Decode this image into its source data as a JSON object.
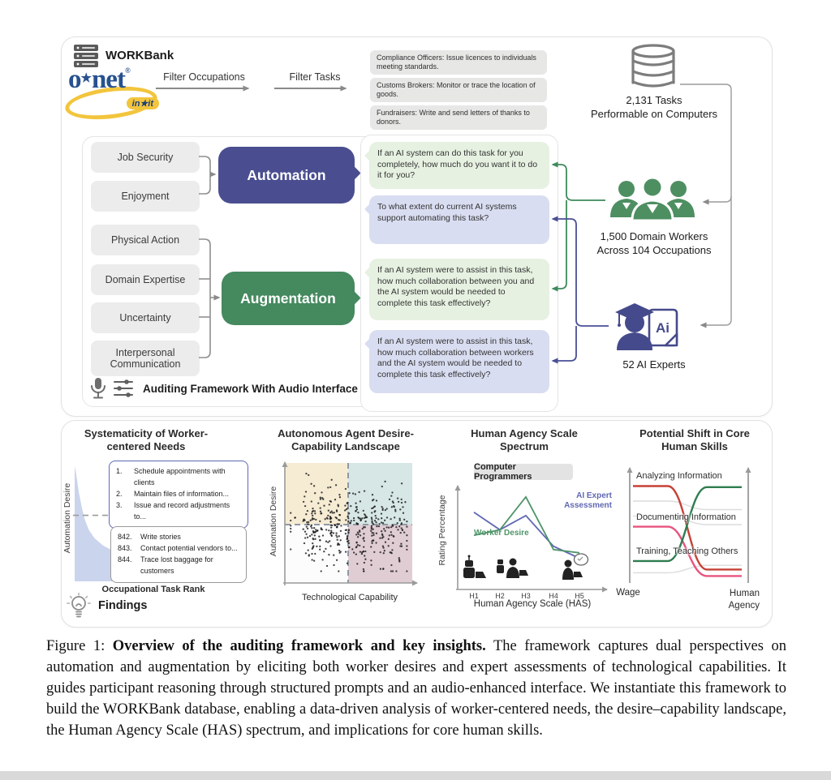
{
  "top_panel": {
    "workbank_label": "WORKBank",
    "onet_logo": {
      "o": "o",
      "star": "★",
      "net": "net",
      "reg": "®",
      "badge": "in★it"
    },
    "filter_occupations_label": "Filter Occupations",
    "filter_tasks_label": "Filter Tasks",
    "task_examples": [
      "Compliance Officers: Issue licences to individuals meeting standards.",
      "Customs Brokers: Monitor or trace the location of goods.",
      "Fundraisers: Write and send letters of thanks to donors."
    ],
    "tasks_stat_line1": "2,131 Tasks",
    "tasks_stat_line2": "Performable on Computers",
    "automation_label": "Automation",
    "augmentation_label": "Augmentation",
    "automation_criteria": [
      "Job Security",
      "Enjoyment"
    ],
    "augmentation_criteria": [
      "Physical Action",
      "Domain Expertise",
      "Uncertainty",
      "Interpersonal Communication"
    ],
    "questions": [
      "If an AI system can do this task for you completely, how much do you want it to do it for you?",
      "To what extent do current AI systems support automating this task?",
      "If an AI system were to assist in this task, how much collaboration between you and the AI system would be needed to complete this task effectively?",
      "If an AI system were to assist in this task, how much collaboration between workers and the AI system would be needed to complete this task effectively?"
    ],
    "workers_stat_line1": "1,500 Domain Workers",
    "workers_stat_line2": "Across 104 Occupations",
    "experts_stat": "52 AI Experts",
    "expert_doc_label": "Ai",
    "audio_label": "Auditing Framework With Audio Interface"
  },
  "bottom_panel": {
    "findings_label": "Findings"
  },
  "caption": {
    "prefix": "Figure 1:",
    "bold": "Overview of the auditing framework and key insights.",
    "body": "The framework captures dual perspectives on automation and augmentation by eliciting both worker desires and expert assessments of technological capabilities. It guides participant reasoning through structured prompts and an audio-enhanced interface. We instantiate this framework to build the WORKBank database, enabling a data-driven analysis of worker-centered needs, the desire–capability landscape, the Human Agency Scale (HAS) spectrum, and implications for core human skills."
  },
  "colors": {
    "automation": "#4a4e90",
    "augmentation": "#45895f",
    "worker_green": "#4e8f62",
    "expert_navy": "#454a8c",
    "green_bubble": "#e6f1e1",
    "purple_bubble": "#d9ddf1",
    "onet_blue": "#27518f",
    "onet_yellow": "#f2c53d"
  },
  "chart_data": [
    {
      "type": "area",
      "title": "Systematicity of Worker-centered Needs",
      "xlabel": "Occupational Task Rank",
      "ylabel": "Automation Desire",
      "threshold_y": 45,
      "curve": [
        [
          0,
          4
        ],
        [
          1,
          10
        ],
        [
          2,
          18
        ],
        [
          3,
          26
        ],
        [
          5,
          38
        ],
        [
          7,
          48
        ],
        [
          10,
          57
        ],
        [
          14,
          64
        ],
        [
          20,
          70
        ],
        [
          28,
          75
        ],
        [
          38,
          79
        ],
        [
          50,
          83
        ],
        [
          62,
          87
        ],
        [
          75,
          91
        ],
        [
          88,
          95
        ],
        [
          100,
          97
        ]
      ],
      "high_desire_tasks": [
        "Schedule appointments with clients",
        "Maintain files of information...",
        "Issue and record adjustments to..."
      ],
      "high_desire_ranks": [
        "1.",
        "2.",
        "3."
      ],
      "low_desire_tasks": [
        "Write stories",
        "Contact potential vendors to...",
        "Trace lost baggage for customers"
      ],
      "low_desire_ranks": [
        "842.",
        "843.",
        "844."
      ]
    },
    {
      "type": "scatter",
      "title": "Autonomous Agent Desire-Capability Landscape",
      "xlabel": "Technological Capability",
      "ylabel": "Automation Desire",
      "n_points": 430,
      "cluster": {
        "x_mean": 0.55,
        "x_sd": 0.24,
        "y_mean": 0.47,
        "y_sd": 0.16
      },
      "quadrants": {
        "top_left": "#f6ecd4",
        "top_right": "#d6e7e5",
        "bottom_left": "#fcfcfc",
        "bottom_right": "#e0cdd3"
      }
    },
    {
      "type": "line",
      "title": "Human Agency Scale Spectrum",
      "annotation": "Computer Programmers",
      "xlabel": "Human Agency Scale (HAS)",
      "ylabel": "Rating Percentage",
      "categories": [
        "H1",
        "H2",
        "H3",
        "H4",
        "H5"
      ],
      "ylim": [
        0,
        100
      ],
      "series": [
        {
          "name": "Worker Desire",
          "color": "#4e9468",
          "values": [
            48,
            53,
            83,
            35,
            32
          ]
        },
        {
          "name": "AI Expert Assessment",
          "color": "#6068b2",
          "values": [
            69,
            53,
            66,
            38,
            27
          ]
        }
      ]
    },
    {
      "type": "slope",
      "title": "Potential Shift in Core Human Skills",
      "left_axis_label": "Wage",
      "right_axis_label": "Human Agency",
      "series": [
        {
          "name": "Analyzing Information",
          "color": "#c64135",
          "start": 86,
          "end": 8
        },
        {
          "name": "Documenting Information",
          "color": "#e8537f",
          "start": 48,
          "end": 2
        },
        {
          "name": "Training, Teaching Others",
          "color": "#2f7d4f",
          "start": 16,
          "end": 85
        },
        {
          "name": "",
          "color": "#dcdcdc",
          "start": 72,
          "end": 64
        },
        {
          "name": "",
          "color": "#dcdcdc",
          "start": 58,
          "end": 50
        },
        {
          "name": "",
          "color": "#dcdcdc",
          "start": 5,
          "end": 12
        }
      ]
    }
  ]
}
